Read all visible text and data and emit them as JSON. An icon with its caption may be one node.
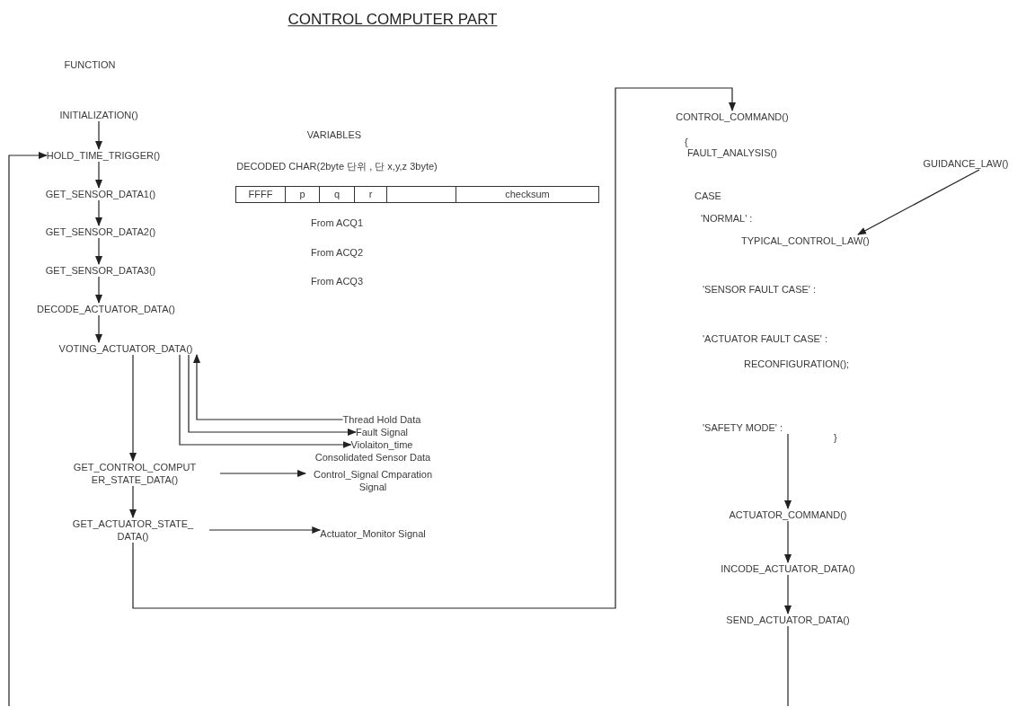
{
  "diagram": {
    "title": "CONTROL COMPUTER PART",
    "nodes": [
      {
        "text": [
          "INITIALIZATION()"
        ]
      },
      {
        "text": [
          "HOLD_TIME_TRIGGER()"
        ]
      },
      {
        "text": [
          "GET_SENSOR_DATA1()"
        ]
      },
      {
        "text": [
          "GET_SENSOR_DATA2()"
        ]
      },
      {
        "text": [
          "GET_SENSOR_DATA3()"
        ]
      },
      {
        "text": [
          "DECODE_ACTUATOR_DATA()"
        ]
      },
      {
        "text": [
          "VOTING_ACTUATOR_DATA()"
        ]
      },
      {
        "text": [
          "Thread Hold Data"
        ]
      },
      {
        "text": [
          "Fault Signal"
        ]
      },
      {
        "text": [
          "Violaiton_time"
        ]
      },
      {
        "text": [
          "GET_CONTROL_COMPUT ER_STATE_DATA()"
        ]
      },
      {
        "text": [
          "Control_Signal Cmparation Signal"
        ]
      },
      {
        "text": [
          "GET_ACTUATOR_STATE_ DATA()"
        ]
      },
      {
        "text": [
          "Actuator_Monitor Signal"
        ]
      },
      {
        "text": [
          "CONTROL_COMMAND()"
        ]
      },
      {
        "text": [
          "GUIDANCE_LAW()"
        ]
      },
      {
        "text": [
          "TYPICAL_CONTROL_LAW()"
        ]
      },
      {
        "text": [
          "'SAFETY MODE' :"
        ]
      },
      {
        "text": [
          "ACTUATOR_COMMAND()"
        ]
      },
      {
        "text": [
          "INCODE_ACTUATOR_DATA()"
        ]
      },
      {
        "text": [
          "SEND_ACTUATOR_DATA()"
        ]
      }
    ],
    "edges": [
      {
        "from": 0,
        "to": 1,
        "arrow": "to"
      },
      {
        "from": 1,
        "to": 2,
        "arrow": "to"
      },
      {
        "from": 2,
        "to": 3,
        "arrow": "to"
      },
      {
        "from": 3,
        "to": 4,
        "arrow": "to"
      },
      {
        "from": 4,
        "to": 5,
        "arrow": "to"
      },
      {
        "from": 5,
        "to": 6,
        "arrow": "to"
      },
      {
        "from": 7,
        "to": 6,
        "arrow": "to"
      },
      {
        "from": 6,
        "to": 8,
        "arrow": "to"
      },
      {
        "from": 6,
        "to": 9,
        "arrow": "to"
      },
      {
        "from": 6,
        "to": 10,
        "arrow": "to"
      },
      {
        "from": 10,
        "to": 11,
        "arrow": "to"
      },
      {
        "from": 10,
        "to": 12,
        "arrow": "to"
      },
      {
        "from": 12,
        "to": 13,
        "arrow": "to"
      },
      {
        "from": 12,
        "to": 14,
        "arrow": "to"
      },
      {
        "from": 15,
        "to": 16,
        "arrow": "to"
      },
      {
        "from": 17,
        "to": 18,
        "arrow": "to"
      },
      {
        "from": 18,
        "to": 19,
        "arrow": "to"
      },
      {
        "from": 19,
        "to": 20,
        "arrow": "to"
      },
      {
        "from": 20,
        "to": null,
        "arrow": "none"
      },
      {
        "from": null,
        "to": 1,
        "arrow": "to"
      }
    ],
    "labels": [
      "FUNCTION",
      "VARIABLES",
      "DECODED CHAR(2byte 단위 , 단 x,y,z 3byte)",
      "FFFF",
      "p",
      "q",
      "r",
      "checksum",
      "From ACQ1",
      "From ACQ2",
      "From ACQ3",
      "Consolidated Sensor Data",
      "{",
      "FAULT_ANALYSIS()",
      "CASE",
      "'NORMAL' :",
      "'SENSOR FAULT CASE' :",
      "'ACTUATOR FAULT CASE' :",
      "RECONFIGURATION();",
      "}"
    ]
  }
}
